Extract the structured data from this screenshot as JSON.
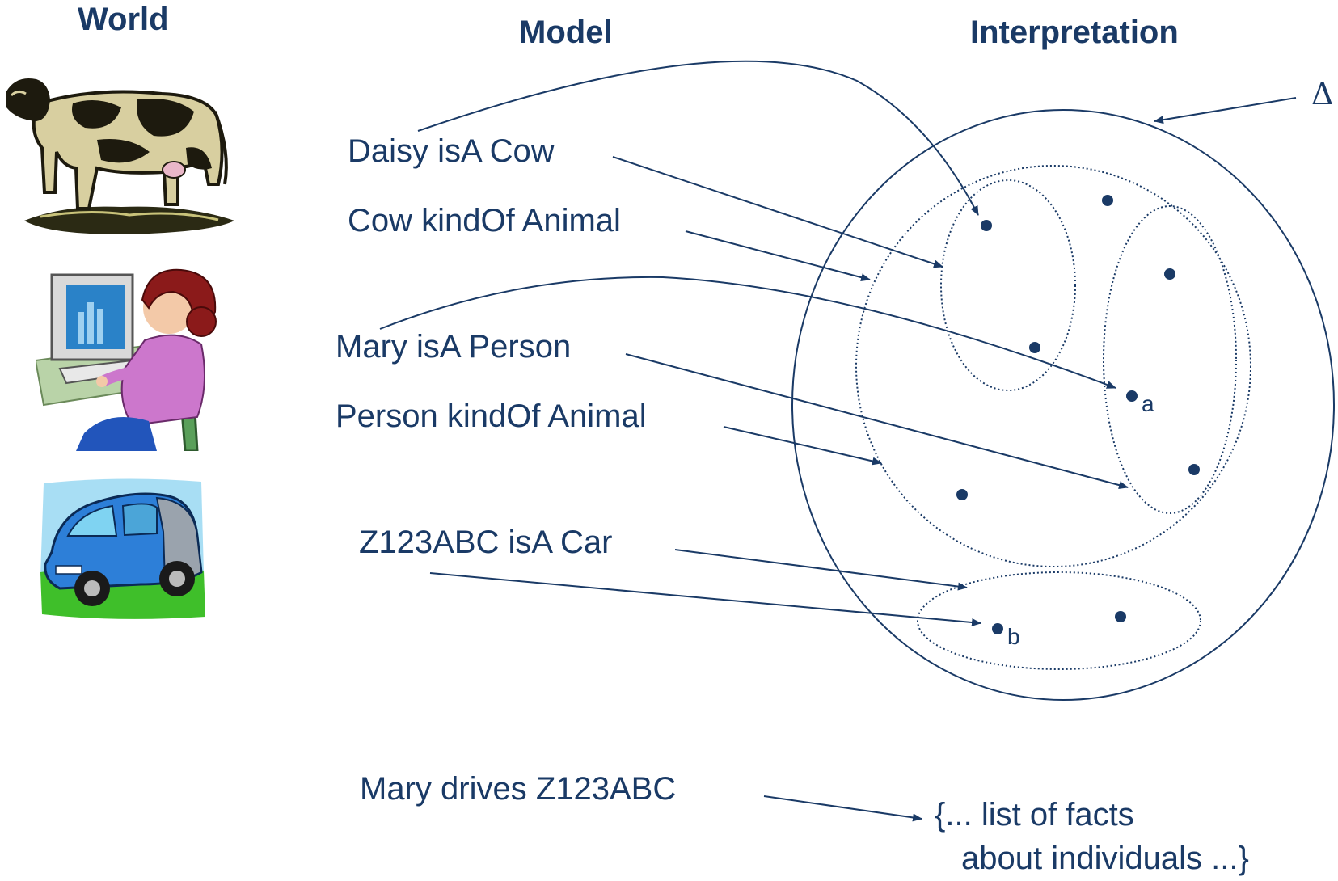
{
  "headers": {
    "world": "World",
    "model": "Model",
    "interpretation": "Interpretation"
  },
  "world_images": [
    {
      "icon": "cow-clipart"
    },
    {
      "icon": "person-at-computer-clipart"
    },
    {
      "icon": "blue-car-clipart"
    }
  ],
  "model": {
    "statements": [
      "Daisy isA Cow",
      "Cow kindOf Animal",
      "Mary isA Person",
      "Person kindOf Animal",
      "Z123ABC isA Car",
      "Mary drives Z123ABC"
    ]
  },
  "interpretation": {
    "domain_symbol": "Δ",
    "individual_labels": {
      "a": "a",
      "b": "b"
    },
    "facts_line1": "{... list of facts",
    "facts_line2": "about individuals ...}"
  },
  "colors": {
    "text": "#1a3a66",
    "lines": "#1a3a66"
  }
}
